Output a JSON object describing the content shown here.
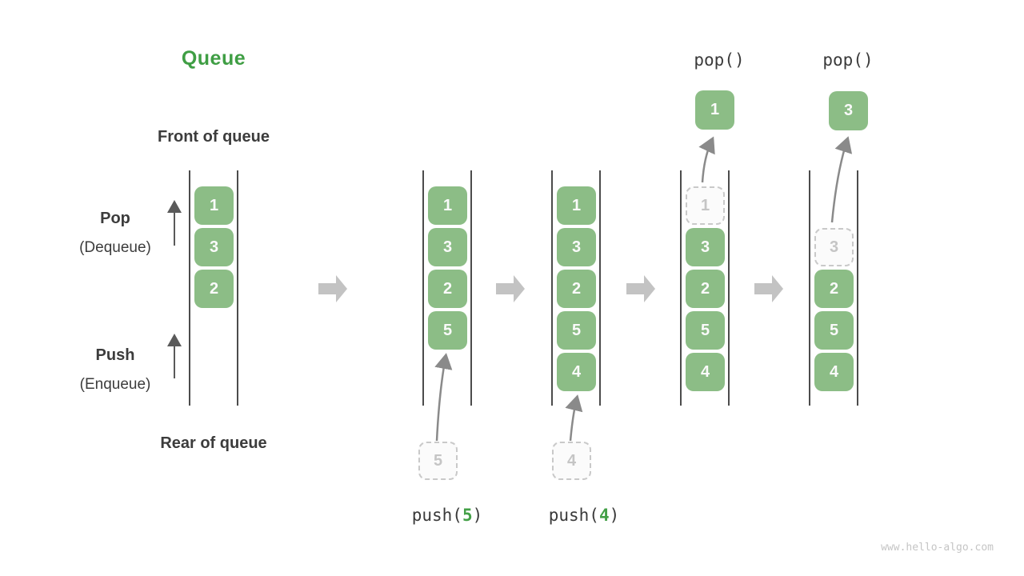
{
  "title": "Queue",
  "watermark": "www.hello-algo.com",
  "labels": {
    "front": "Front of queue",
    "rear": "Rear of queue",
    "pop": "Pop",
    "pop_sub": "(Dequeue)",
    "push": "Push",
    "push_sub": "(Enqueue)"
  },
  "colors": {
    "title_green": "#3f9e44",
    "box_green": "#8cbd86",
    "accent_green": "#43a047",
    "label_dark": "#3c3c3c",
    "dashed_gray": "#c9c9c9",
    "flow_arrow_gray": "#c3c3c3",
    "curve_arrow_gray": "#8a8a8a",
    "watermark_gray": "#c5c5c5"
  },
  "queues": [
    {
      "cells": [
        {
          "v": "1"
        },
        {
          "v": "3"
        },
        {
          "v": "2"
        }
      ]
    },
    {
      "cells": [
        {
          "v": "1"
        },
        {
          "v": "3"
        },
        {
          "v": "2"
        },
        {
          "v": "5"
        }
      ]
    },
    {
      "cells": [
        {
          "v": "1"
        },
        {
          "v": "3"
        },
        {
          "v": "2"
        },
        {
          "v": "5"
        },
        {
          "v": "4"
        }
      ]
    },
    {
      "cells": [
        {
          "v": "1"
        },
        {
          "v": "3"
        },
        {
          "v": "2"
        },
        {
          "v": "5"
        },
        {
          "v": "4"
        }
      ]
    },
    {
      "cells": [
        {
          "v": "3"
        },
        {
          "v": "2"
        },
        {
          "v": "5"
        },
        {
          "v": "4"
        }
      ]
    }
  ],
  "push_ops": [
    {
      "prefix": "push(",
      "arg": "5",
      "suffix": ")",
      "pending_value": "5"
    },
    {
      "prefix": "push(",
      "arg": "4",
      "suffix": ")",
      "pending_value": "4"
    }
  ],
  "pop_ops": [
    {
      "label": "pop()",
      "popped_value": "1"
    },
    {
      "label": "pop()",
      "popped_value": "3"
    }
  ]
}
